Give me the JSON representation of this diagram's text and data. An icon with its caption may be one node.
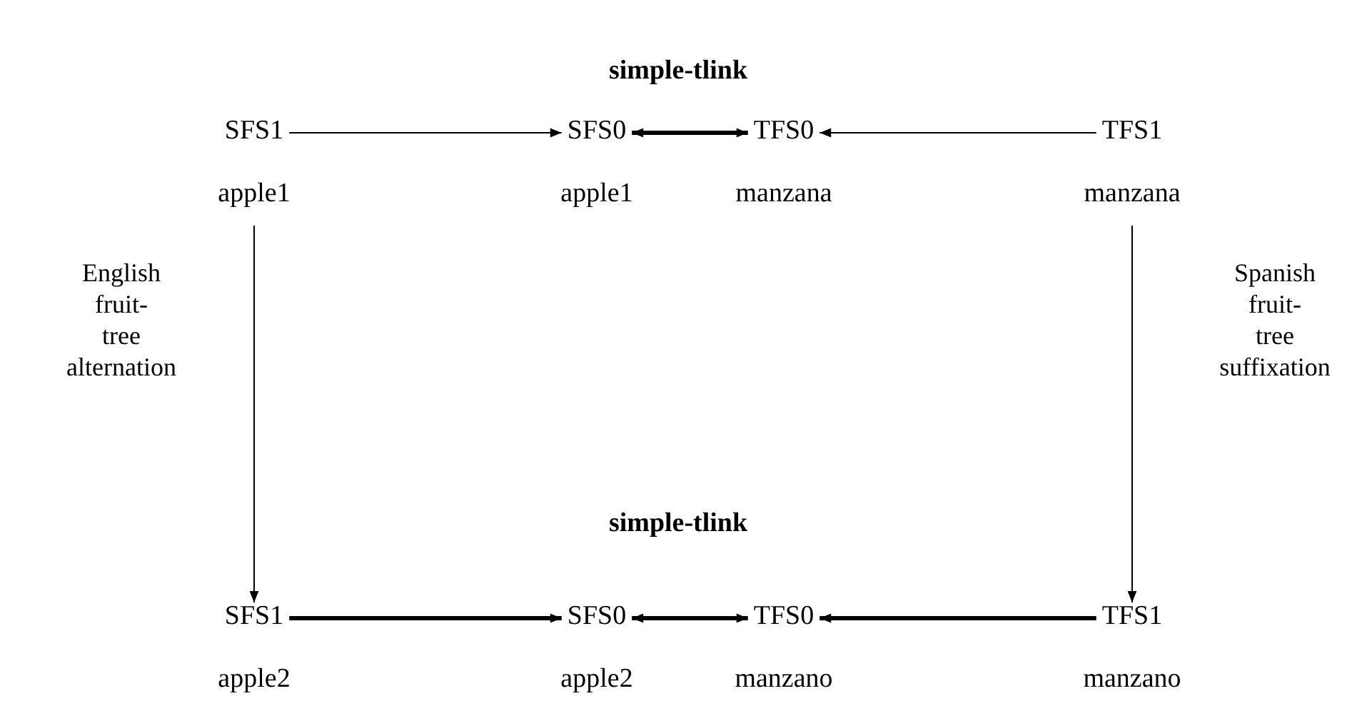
{
  "diagram": {
    "nodes": [
      {
        "text": [
          "SFS1",
          "apple1"
        ]
      },
      {
        "text": [
          "SFS0",
          "apple1"
        ]
      },
      {
        "text": [
          "TFS0",
          "manzana"
        ]
      },
      {
        "text": [
          "TFS1",
          "manzana"
        ]
      },
      {
        "text": [
          "SFS1",
          "apple2"
        ]
      },
      {
        "text": [
          "SFS0",
          "apple2"
        ]
      },
      {
        "text": [
          "TFS0",
          "manzano"
        ]
      },
      {
        "text": [
          "TFS1",
          "manzano"
        ]
      }
    ],
    "edges": [
      {
        "from": 0,
        "to": 1,
        "arrow": "to"
      },
      {
        "from": 1,
        "to": 2,
        "arrow": "both",
        "style": "thick"
      },
      {
        "from": 3,
        "to": 2,
        "arrow": "to"
      },
      {
        "from": 0,
        "to": 4,
        "arrow": "to",
        "label": "English fruit- tree alternation"
      },
      {
        "from": 3,
        "to": 7,
        "arrow": "to",
        "label": "Spanish fruit- tree suffixation"
      },
      {
        "from": 4,
        "to": 5,
        "arrow": "to",
        "style": "thick"
      },
      {
        "from": 5,
        "to": 6,
        "arrow": "both",
        "style": "thick"
      },
      {
        "from": 7,
        "to": 6,
        "arrow": "to",
        "style": "thick"
      }
    ],
    "labels": [
      "simple-tlink",
      "simple-tlink"
    ]
  }
}
